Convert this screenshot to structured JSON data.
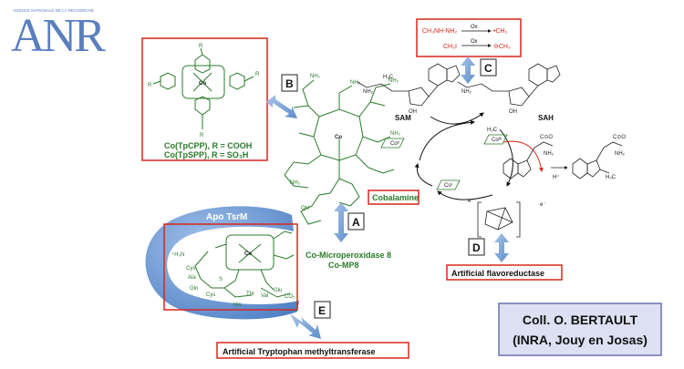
{
  "logo": {
    "agency_line": "AGENCE NATIONALE DE LA RECHERCHE",
    "letters": "ANR"
  },
  "panels": {
    "B": {
      "letter": "B",
      "line1": "Co(TpCPP), R = COOH",
      "line2": "Co(TpSPP), R = SO₃H"
    },
    "C": {
      "letter": "C",
      "r1_reagent": "CH₃NH-NH₂",
      "r1_ox": "Ox",
      "r1_product": "•CH₃",
      "r2_reagent": "CH₃I",
      "r2_ox": "Ox",
      "r2_product": "⊖CH₃"
    },
    "A": {
      "letter": "A",
      "line1": "Co-Microperoxidase 8",
      "line2": "Co-MP8"
    },
    "D": {
      "letter": "D"
    },
    "E": {
      "letter": "E"
    }
  },
  "labels": {
    "cobalamine": "Cobalamine",
    "apo": "Apo TsrM",
    "sam": "SAM",
    "sah": "SAH",
    "flavo": "Artificial flavoreductase",
    "trp": "Artificial Tryptophan methyltransferase",
    "center_r": "R"
  },
  "chem": {
    "ligands": {
      "his": "His",
      "cys": "Cys",
      "ala": "Ala",
      "gln": "Gln",
      "cys2": "Cys",
      "thr": "Thr",
      "val": "Val",
      "glu": "Glu",
      "co2": "CO₂",
      "h3n": "⁺H₃N",
      "s": "S"
    },
    "co": "Co",
    "coIII": "Coᴵᴵᴵ",
    "coII": "Coᴵᴵ",
    "coI": "Coᴵ",
    "h3c": "H₃C",
    "nh2": "NH₂",
    "cooh": "C⊙O",
    "oh": "OH",
    "h_plus": "H⁺",
    "e_minus": "e⁻"
  },
  "credit": {
    "line1": "Coll. O. BERTAULT",
    "line2": "(INRA, Jouy en Josas)"
  },
  "colors": {
    "red_box": "#d9261c",
    "green_text": "#2a7a2a",
    "arrow_blue": "#7fa8d8",
    "credit_bg": "#dde0f3",
    "credit_border": "#6b70b0",
    "anr_blue": "#5a7fbf"
  }
}
